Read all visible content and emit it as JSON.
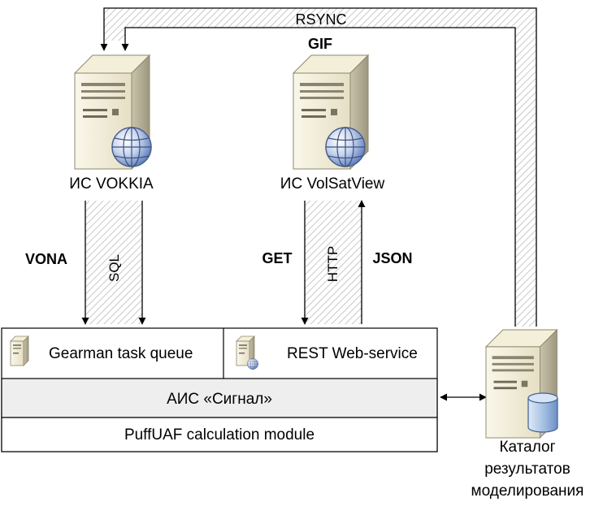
{
  "labels": {
    "rsync": "RSYNC",
    "gif": "GIF",
    "vokkia": "ИС VOKKIA",
    "volsatview": "ИС VolSatView",
    "vona": "VONA",
    "sql": "SQL",
    "get": "GET",
    "http": "HTTP",
    "json": "JSON"
  },
  "system": {
    "gearman": "Gearman task queue",
    "rest": "REST Web-service",
    "ais": "АИС «Сигнал»",
    "puff": "PuffUAF calculation module"
  },
  "catalog": {
    "line1": "Каталог",
    "line2": "результатов",
    "line3": "моделирования"
  },
  "icons": [
    "server-globe-icon",
    "server-globe-icon",
    "server-icon",
    "server-globe-icon",
    "server-database-icon"
  ],
  "colors": {
    "line": "#000000",
    "hatch": "#c8c8c8",
    "server_light": "#f1ecd8",
    "server_dark": "#a9a48f",
    "globe": "#6a86c4",
    "database": "#8fb0d9"
  }
}
